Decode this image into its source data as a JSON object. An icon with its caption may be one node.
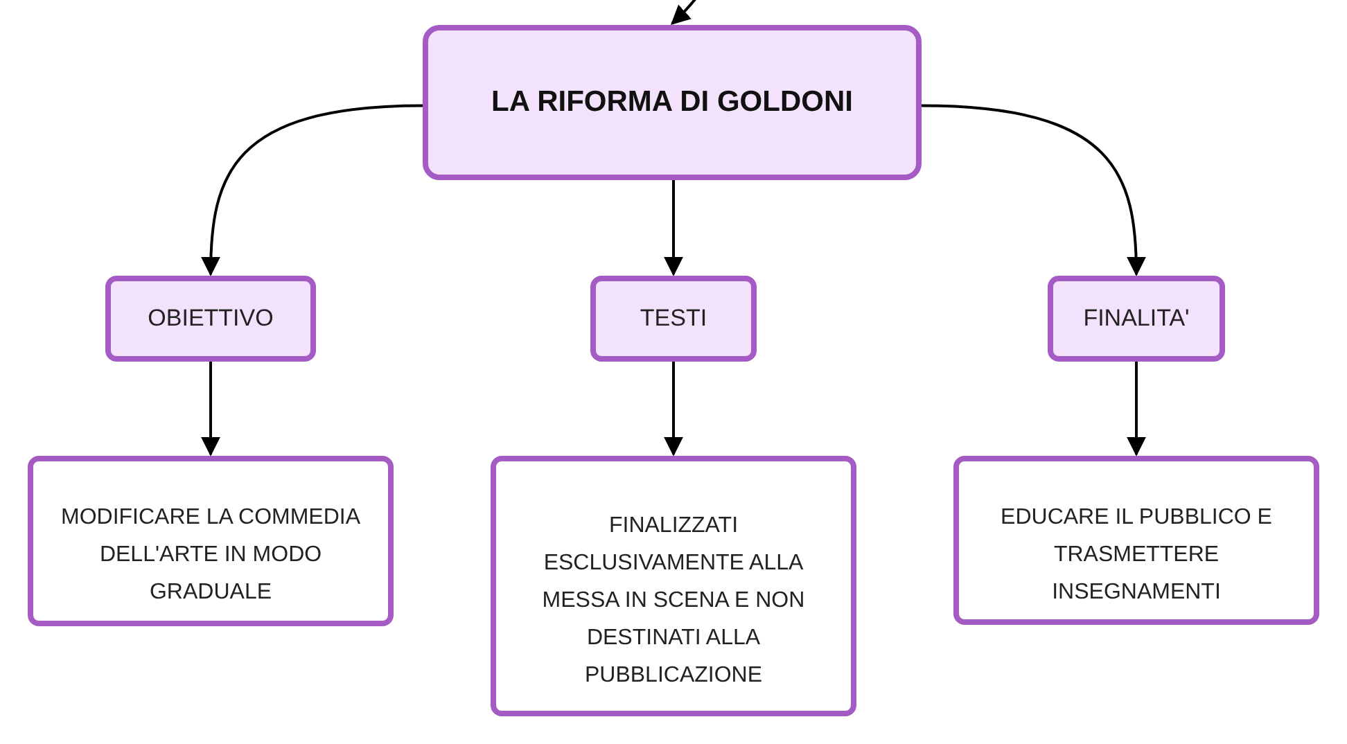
{
  "diagram": {
    "nodes": [
      {
        "text": [
          "LA RIFORMA DI GOLDONI"
        ]
      },
      {
        "text": [
          "OBIETTIVO"
        ]
      },
      {
        "text": [
          "TESTI"
        ]
      },
      {
        "text": [
          "FINALITA'"
        ]
      },
      {
        "text": [
          "MODIFICARE LA COMMEDIA DELL'ARTE IN MODO GRADUALE"
        ]
      },
      {
        "text": [
          "FINALIZZATI ESCLUSIVAMENTE ALLA MESSA IN SCENA E NON DESTINATI ALLA PUBBLICAZIONE"
        ]
      },
      {
        "text": [
          "EDUCARE IL PUBBLICO E TRASMETTERE INSEGNAMENTI"
        ]
      }
    ],
    "edges": [
      {
        "from": null,
        "to": 0,
        "arrow": "to"
      },
      {
        "from": 0,
        "to": 1,
        "arrow": "to"
      },
      {
        "from": 0,
        "to": 2,
        "arrow": "to"
      },
      {
        "from": 0,
        "to": 3,
        "arrow": "to"
      },
      {
        "from": 1,
        "to": 4,
        "arrow": "to"
      },
      {
        "from": 2,
        "to": 5,
        "arrow": "to"
      },
      {
        "from": 3,
        "to": 6,
        "arrow": "to"
      }
    ]
  }
}
